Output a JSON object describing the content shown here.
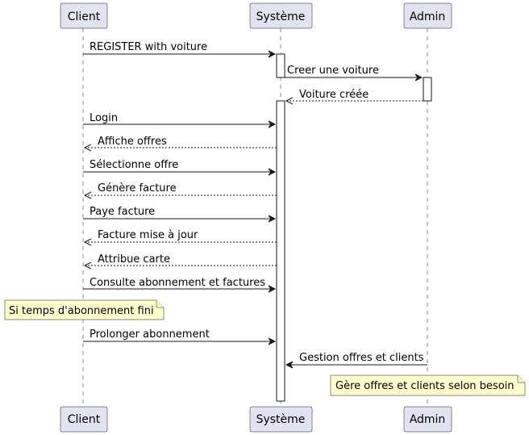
{
  "participants": {
    "client": "Client",
    "systeme": "Système",
    "admin": "Admin"
  },
  "messages": [
    {
      "label": "REGISTER with voiture",
      "style": "solid"
    },
    {
      "label": "Creer une voiture",
      "style": "solid"
    },
    {
      "label": "Voiture créée",
      "style": "dashed"
    },
    {
      "label": "Login",
      "style": "solid"
    },
    {
      "label": "Affiche offres",
      "style": "dashed"
    },
    {
      "label": "Sélectionne offre",
      "style": "solid"
    },
    {
      "label": "Génère facture",
      "style": "dashed"
    },
    {
      "label": "Paye facture",
      "style": "solid"
    },
    {
      "label": "Facture mise à jour",
      "style": "dashed"
    },
    {
      "label": "Attribue carte",
      "style": "dashed"
    },
    {
      "label": "Consulte abonnement et factures",
      "style": "solid"
    },
    {
      "label": "Prolonger abonnement",
      "style": "solid"
    },
    {
      "label": "Gestion offres et clients",
      "style": "solid"
    }
  ],
  "notes": [
    {
      "text": "Si temps d'abonnement fini"
    },
    {
      "text": "Gère offres et clients selon besoin"
    }
  ],
  "colors": {
    "participant_fill": "#e2e2f0",
    "note_fill": "#fefece",
    "line": "#181818"
  }
}
